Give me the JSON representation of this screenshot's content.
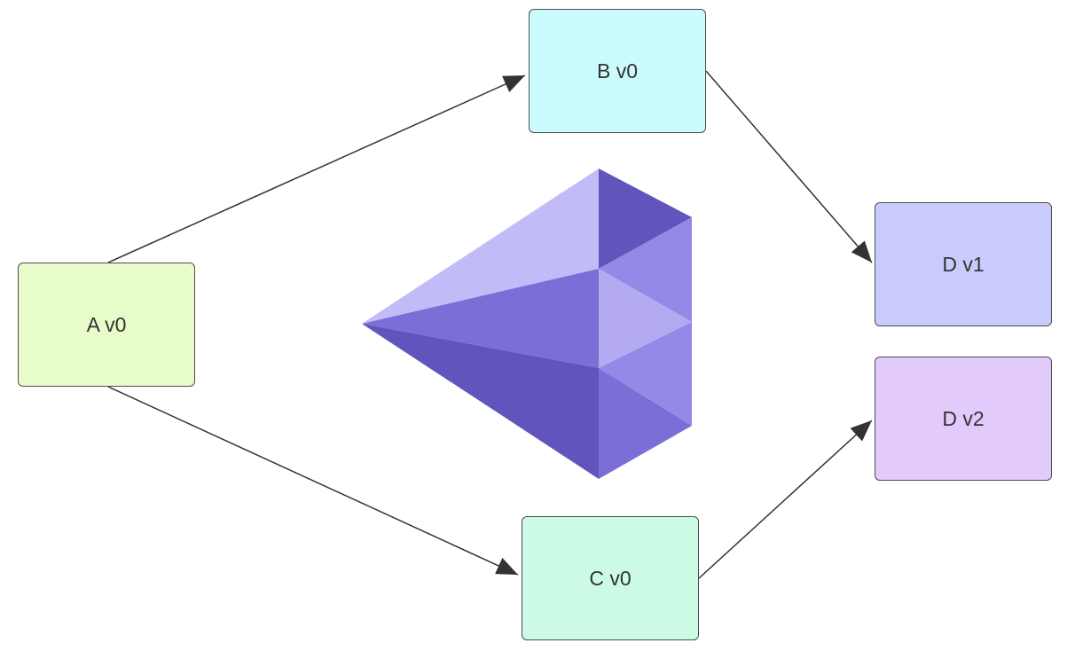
{
  "nodes": [
    {
      "id": "a",
      "label": "A v0",
      "fill": "#e8fcc9"
    },
    {
      "id": "b",
      "label": "B v0",
      "fill": "#cbfbfd"
    },
    {
      "id": "c",
      "label": "C v0",
      "fill": "#cbfbe4"
    },
    {
      "id": "d1",
      "label": "D v1",
      "fill": "#cacbfd"
    },
    {
      "id": "d2",
      "label": "D v2",
      "fill": "#e2cafd"
    }
  ],
  "edges": [
    {
      "from": "a",
      "to": "b"
    },
    {
      "from": "a",
      "to": "c"
    },
    {
      "from": "b",
      "to": "d1"
    },
    {
      "from": "c",
      "to": "d2"
    }
  ],
  "edge_color": "#333333",
  "logo": {
    "icon": "gem-logo-icon",
    "colors": {
      "light": "#c1bbf7",
      "lightest": "#b3aaf2",
      "mid": "#938ae8",
      "main": "#7a6fd6",
      "dark": "#5f55bd"
    }
  }
}
